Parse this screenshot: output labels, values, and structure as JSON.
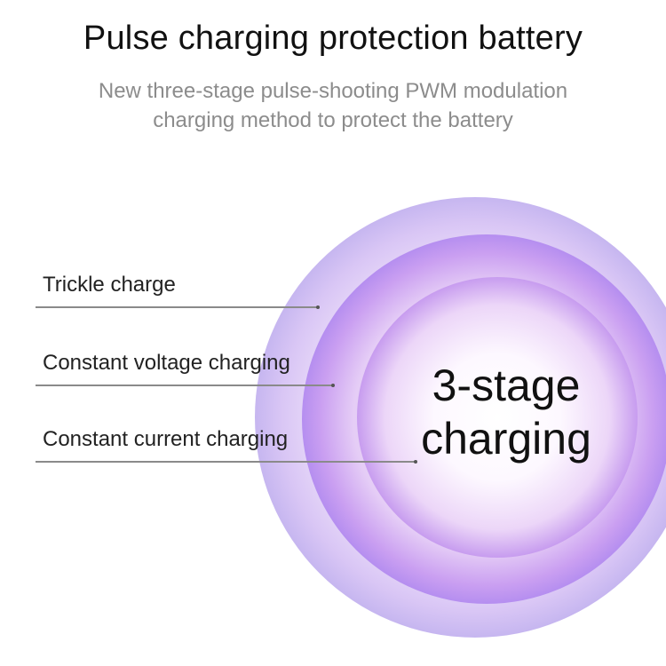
{
  "header": {
    "title": "Pulse charging protection battery",
    "subtitle_line1": "New three-stage pulse-shooting PWM modulation",
    "subtitle_line2": "charging method to protect the battery"
  },
  "stages": [
    {
      "label": "Trickle charge"
    },
    {
      "label": "Constant voltage charging"
    },
    {
      "label": "Constant current charging"
    }
  ],
  "center": {
    "line1": "3-stage",
    "line2": "charging"
  },
  "colors": {
    "outer_ring": "#c6b6f0",
    "middle_ring": "#b58ef0",
    "inner_ring": "#c79cef",
    "leader_line": "#8a8a8a"
  }
}
